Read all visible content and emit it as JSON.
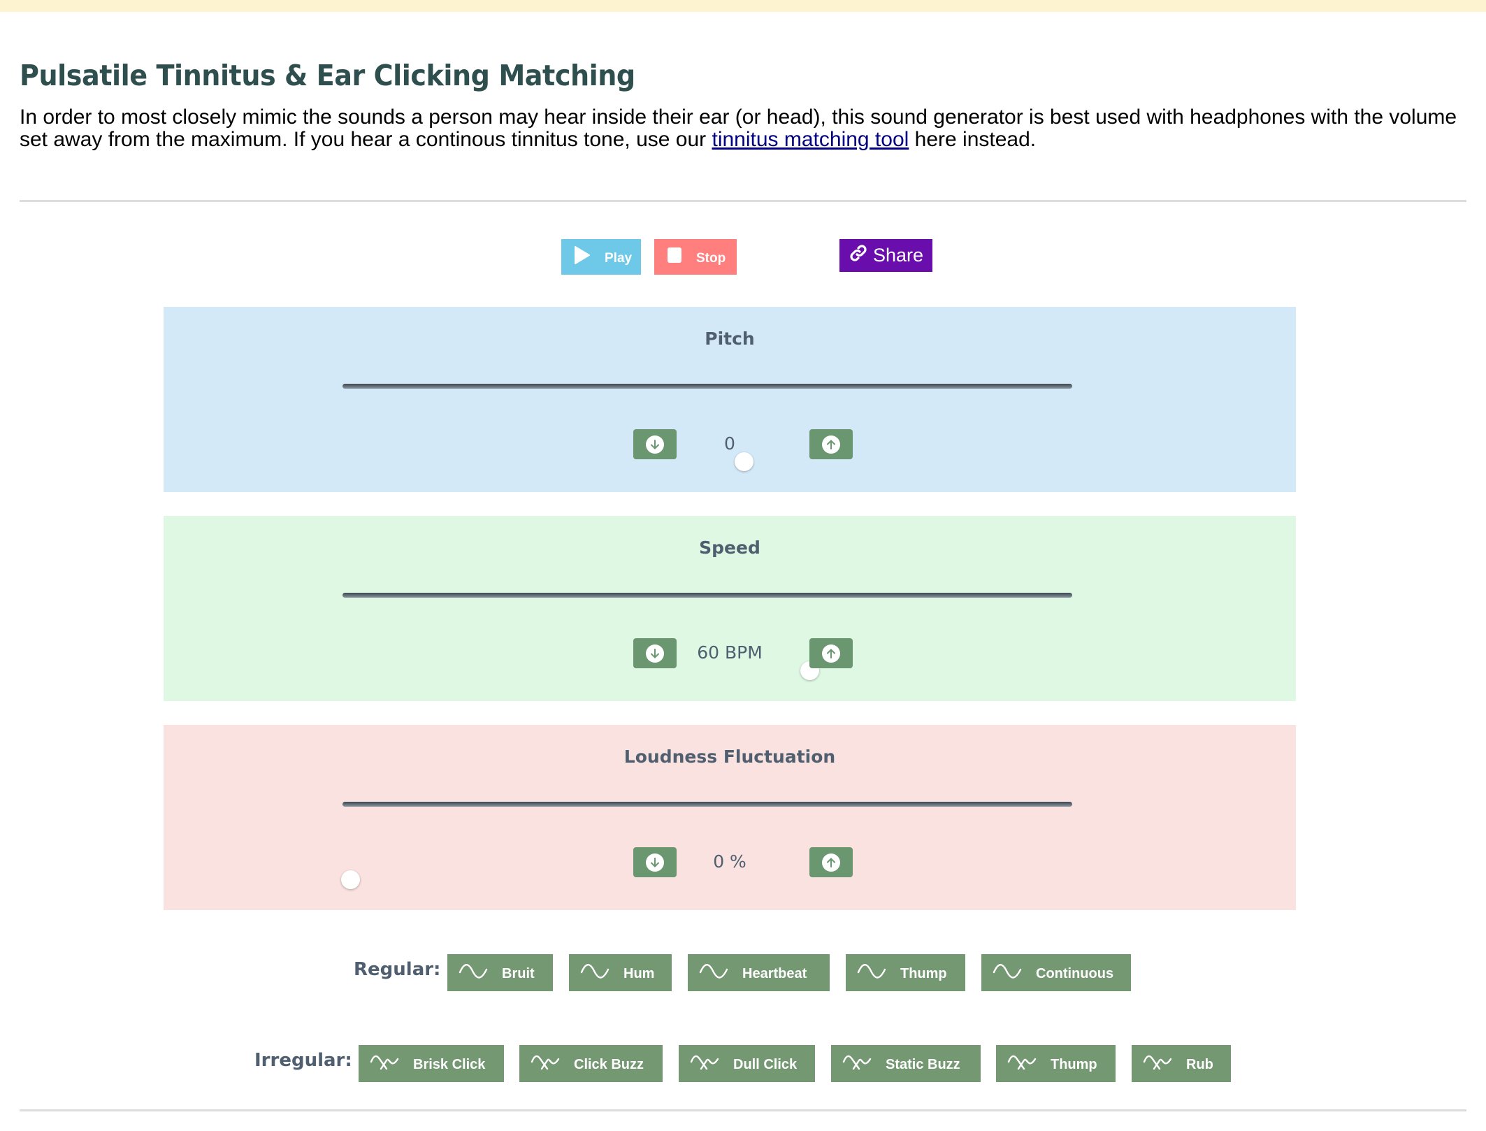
{
  "header": {
    "title": "Pulsatile Tinnitus & Ear Clicking Matching",
    "intro_before_link": "In order to most closely mimic the sounds a person may hear inside their ear (or head), this sound generator is best used with headphones with the volume set away from the maximum. If you hear a continous tinnitus tone, use our ",
    "intro_link": "tinnitus matching tool",
    "intro_after_link": " here instead."
  },
  "controls": {
    "play_label": "Play",
    "stop_label": "Stop",
    "share_label": "Share",
    "play_icon": "play-icon",
    "stop_icon": "stop-icon",
    "share_icon": "link-icon",
    "colors": {
      "play": "#6EC8E8",
      "stop": "#FF7F7F",
      "share": "#6A0DAD"
    }
  },
  "panels": [
    {
      "title": "Pitch",
      "value": "0",
      "slider_percent": 55,
      "background": "#D4E9F8"
    },
    {
      "title": "Speed",
      "value": "60 BPM",
      "slider_percent": 64,
      "background": "#DFF8E4"
    },
    {
      "title": "Loudness Fluctuation",
      "value": "0 %",
      "slider_percent": 0,
      "background": "#F9E2DF"
    }
  ],
  "sounds": {
    "regular_label": "Regular:",
    "irregular_label": "Irregular:",
    "regular": [
      "Bruit",
      "Hum",
      "Heartbeat",
      "Thump",
      "Continuous"
    ],
    "irregular": [
      "Brisk Click",
      "Click Buzz",
      "Dull Click",
      "Static Buzz",
      "Thump",
      "Rub"
    ],
    "button_color": "#739872"
  }
}
